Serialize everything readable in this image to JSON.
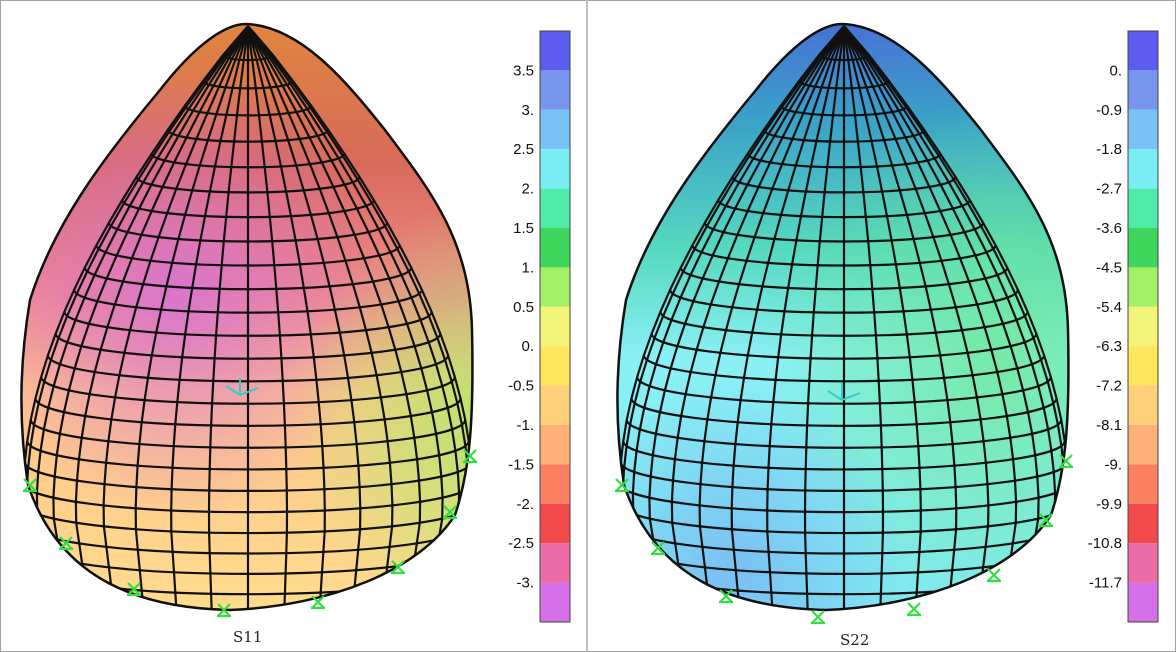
{
  "panels": [
    {
      "id": "left",
      "label": "S11",
      "legend_values": [
        "3.5",
        "3.",
        "2.5",
        "2.",
        "1.5",
        "1.",
        "0.5",
        "0.",
        "-0.5",
        "-1.",
        "-1.5",
        "-2.",
        "-2.5",
        "-3."
      ],
      "legend_colors": [
        "#5c5cf0",
        "#7896ee",
        "#78c2f4",
        "#78eef4",
        "#4eeaa8",
        "#3ed65c",
        "#a2f066",
        "#f2f478",
        "#ffe65a",
        "#ffd07a",
        "#ffb076",
        "#fb7f62",
        "#f24a4a",
        "#ec6ca6",
        "#d670e8"
      ]
    },
    {
      "id": "right",
      "label": "S22",
      "legend_values": [
        "0.",
        "-0.9",
        "-1.8",
        "-2.7",
        "-3.6",
        "-4.5",
        "-5.4",
        "-6.3",
        "-7.2",
        "-8.1",
        "-9.",
        "-9.9",
        "-10.8",
        "-11.7"
      ],
      "legend_colors": [
        "#5c5cf0",
        "#7896ee",
        "#78c2f4",
        "#78eef4",
        "#4eeaa8",
        "#3ed65c",
        "#a2f066",
        "#f2f478",
        "#ffe65a",
        "#ffd07a",
        "#ffb076",
        "#fb7f62",
        "#f24a4a",
        "#ec6ca6",
        "#d670e8"
      ]
    }
  ],
  "colors": {
    "mesh_line": "#111111",
    "support_marker": "#33dd44",
    "axis_marker": "#33cccc"
  }
}
